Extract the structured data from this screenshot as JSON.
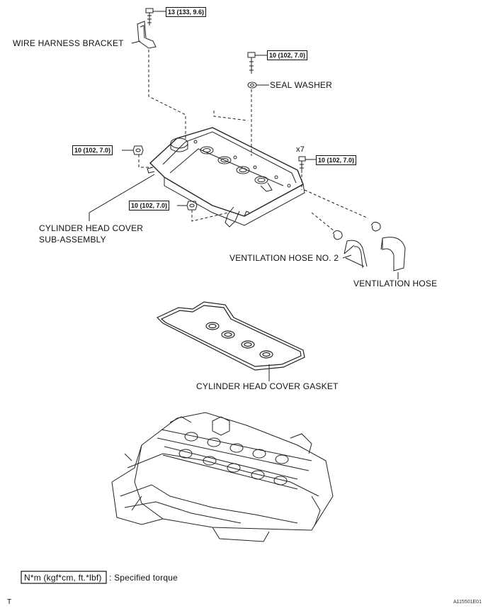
{
  "torque": {
    "bracket_bolt": "13 (133, 9.6)",
    "top_bolt": "10 (102, 7.0)",
    "left_nut": "10 (102, 7.0)",
    "right_bolts": "10 (102, 7.0)",
    "bottom_nut": "10 (102, 7.0)"
  },
  "quantity": {
    "right_bolts": "x7"
  },
  "labels": {
    "wire_harness_bracket": "WIRE HARNESS BRACKET",
    "seal_washer": "SEAL WASHER",
    "cover_line1": "CYLINDER HEAD COVER",
    "cover_line2": "SUB-ASSEMBLY",
    "vent_hose_2": "VENTILATION HOSE NO. 2",
    "vent_hose": "VENTILATION HOSE",
    "gasket": "CYLINDER HEAD COVER GASKET"
  },
  "legend": {
    "box": "N*m (kgf*cm, ft.*lbf)",
    "text": ": Specified torque"
  },
  "footer": {
    "left": "T",
    "right": "A115501E01"
  }
}
